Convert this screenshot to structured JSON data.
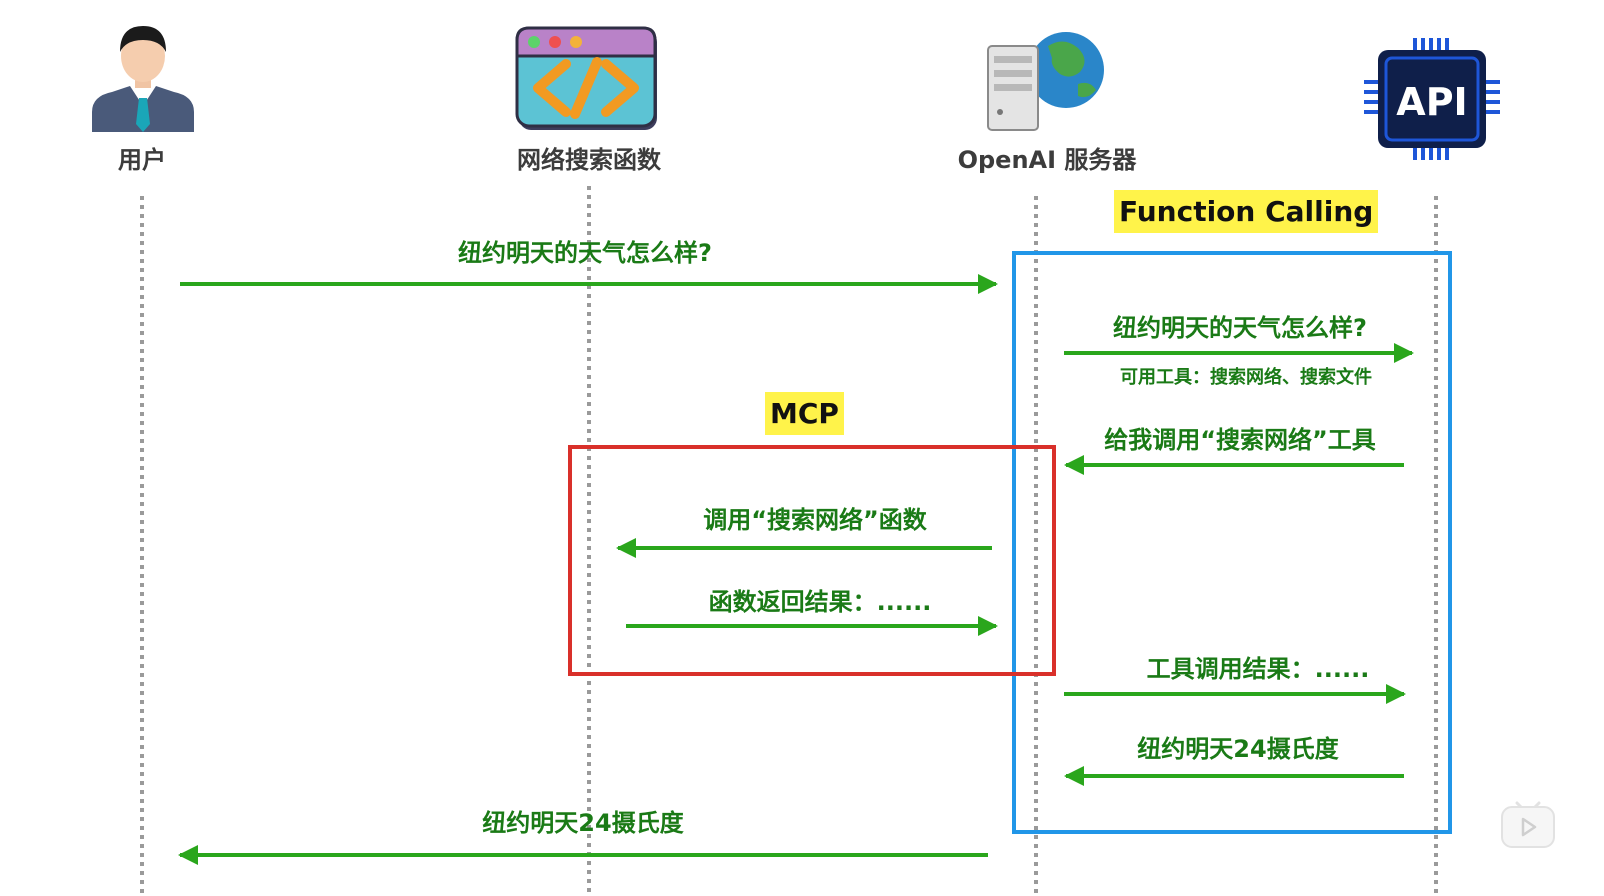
{
  "actors": [
    {
      "id": "user",
      "name": "用户",
      "icon": "user-person-icon"
    },
    {
      "id": "search",
      "name": "网络搜索函数",
      "icon": "code-window-icon"
    },
    {
      "id": "openai",
      "name": "OpenAI 服务器",
      "icon": "server-globe-icon"
    },
    {
      "id": "api",
      "name": "",
      "icon": "api-chip-icon",
      "icon_text": "API"
    }
  ],
  "groups": {
    "function_calling": {
      "label": "Function Calling",
      "color": "#2196e8"
    },
    "mcp": {
      "label": "MCP",
      "color": "#d9302a"
    }
  },
  "messages": [
    {
      "from": "user",
      "to": "openai",
      "label": "纽约明天的天气怎么样?"
    },
    {
      "from": "openai",
      "to": "api",
      "label": "纽约明天的天气怎么样?",
      "sublabel": "可用工具：搜索网络、搜索文件"
    },
    {
      "from": "api",
      "to": "openai",
      "label": "给我调用“搜索网络”工具"
    },
    {
      "from": "openai",
      "to": "search",
      "label": "调用“搜索网络”函数"
    },
    {
      "from": "search",
      "to": "openai",
      "label": "函数返回结果：......"
    },
    {
      "from": "openai",
      "to": "api",
      "label": "工具调用结果：......"
    },
    {
      "from": "api",
      "to": "openai",
      "label": "纽约明天24摄氏度"
    },
    {
      "from": "openai",
      "to": "user",
      "label": "纽约明天24摄氏度"
    }
  ],
  "colors": {
    "arrow": "#2aa61c",
    "text": "#1a7a16",
    "lifeline": "#9a9a9a",
    "highlight": "#fff34a"
  }
}
